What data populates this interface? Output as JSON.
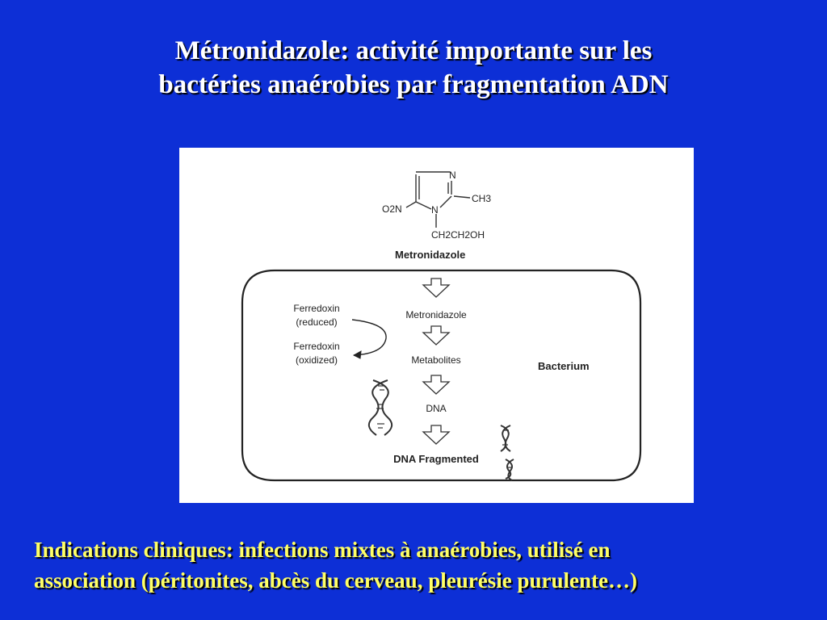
{
  "slide": {
    "title_lines": [
      "Métronidazole: activité importante sur les",
      "bactéries anaérobies par fragmentation ADN"
    ],
    "bottom_lines": [
      "Indications cliniques: infections mixtes à anaérobies, utilisé en",
      "association (péritonites, abcès du cerveau, pleurésie purulente…)"
    ],
    "background_color": "#0d2fd6",
    "title_color": "#ffffff",
    "bottom_text_color": "#ffff66"
  },
  "figure": {
    "molecule": {
      "n_top": "N",
      "n_ring": "N",
      "ch3": "CH3",
      "o2n": "O2N",
      "side_chain": "CH2CH2OH",
      "name": "Metronidazole"
    },
    "pathway": [
      "Metronidazole",
      "Metabolites",
      "DNA",
      "DNA Fragmented"
    ],
    "ferredoxin_reduced": [
      "Ferredoxin",
      "(reduced)"
    ],
    "ferredoxin_oxidized": [
      "Ferredoxin",
      "(oxidized)"
    ],
    "cell_label": "Bacterium",
    "icons": [
      "dna-helix-icon",
      "fragmented-dna-icon"
    ]
  }
}
